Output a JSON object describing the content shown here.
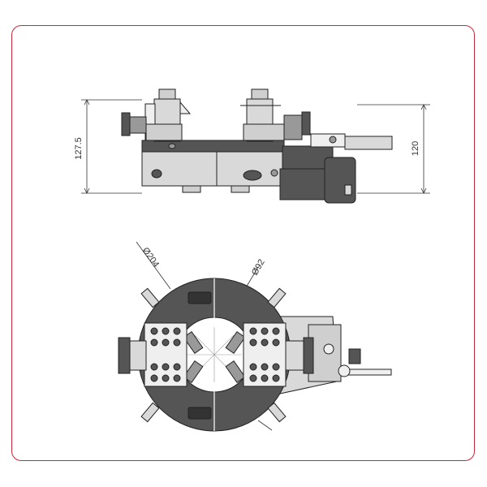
{
  "side_view": {
    "height_left_label": "127.5",
    "height_right_label": "120"
  },
  "top_view": {
    "outer_diameter_label": "Ø204",
    "inner_diameter_label": "Ø92"
  },
  "colors": {
    "frame": "#c8283c",
    "body_light": "#d9d9d9",
    "body_dark": "#555555",
    "outline": "#222222"
  }
}
